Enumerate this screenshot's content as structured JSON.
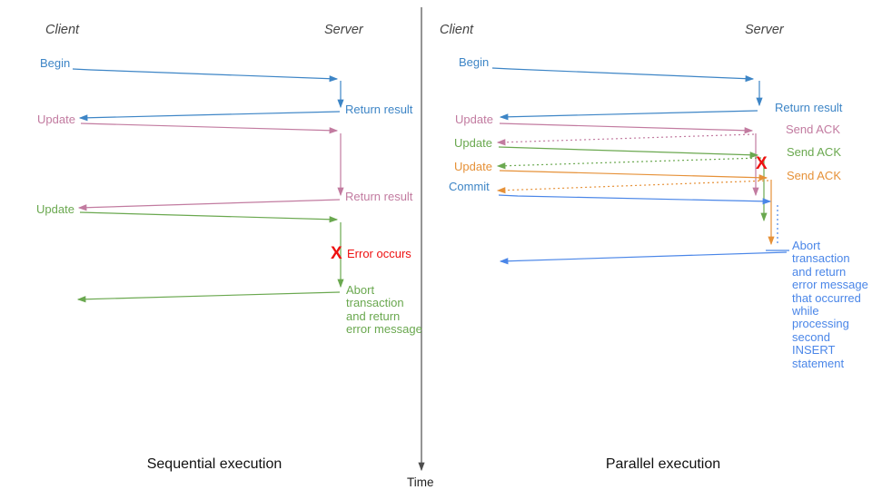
{
  "colors": {
    "blue": "#3d85c6",
    "light_blue": "#4a86e8",
    "pink": "#c27ba0",
    "green": "#6aa84f",
    "orange": "#e69138",
    "red": "#ee1111",
    "axis": "#4d4d4d",
    "header_gray": "#434343"
  },
  "time_axis": {
    "label": "Time"
  },
  "left_panel": {
    "title": "Sequential execution",
    "client_header": "Client",
    "server_header": "Server",
    "begin_label": "Begin",
    "begin_return_label": "Return result",
    "update1_label": "Update",
    "update1_return_label": "Return result",
    "update2_label": "Update",
    "error_x": "X",
    "error_label": "Error occurs",
    "abort_lines": [
      "Abort",
      "transaction",
      "and return",
      "error message"
    ]
  },
  "right_panel": {
    "title": "Parallel execution",
    "client_header": "Client",
    "server_header": "Server",
    "begin_label": "Begin",
    "begin_return_label": "Return result",
    "update1_label": "Update",
    "update1_ack_label": "Send ACK",
    "update2_label": "Update",
    "update2_ack_label": "Send ACK",
    "update3_label": "Update",
    "update3_ack_label": "Send ACK",
    "commit_label": "Commit",
    "error_x": "X",
    "abort_lines": [
      "Abort",
      "transaction",
      "and return",
      "error message",
      "that occurred",
      "while",
      "processing",
      "second",
      "INSERT",
      "statement"
    ]
  }
}
